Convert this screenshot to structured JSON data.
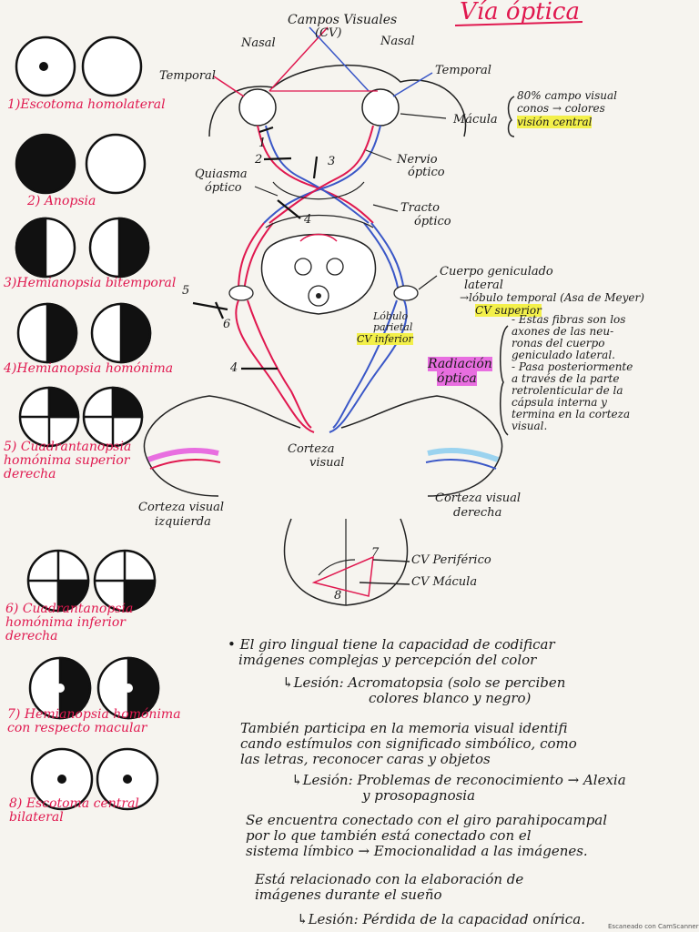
{
  "title": "Vía óptica",
  "diagram": {
    "campos_visuales": "Campos Visuales",
    "cv": "(CV)",
    "nasal_left": "Nasal",
    "nasal_right": "Nasal",
    "temporal_left": "Temporal",
    "temporal_right": "Temporal",
    "macula": "Mácula",
    "macula_note": [
      "80% campo visual",
      "conos → colores"
    ],
    "macula_note_highlight": "visión central",
    "nervio_optico": [
      "Nervio",
      "óptico"
    ],
    "quiasma_optico": [
      "Quiasma",
      "óptico"
    ],
    "tracto_optico": [
      "Tracto",
      "óptico"
    ],
    "cuerpo_geniculado": [
      "Cuerpo geniculado",
      "lateral"
    ],
    "lobulo_temporal": "→lóbulo temporal (Asa de Meyer)",
    "cv_superior": "CV superior",
    "lobulo_parietal": [
      "Lóbulo",
      "parietal"
    ],
    "cv_inferior": "CV inferior",
    "radiacion_optica": [
      "Radiación",
      "óptica"
    ],
    "radiacion_note": [
      "- Estas fibras son los",
      "axones de las neu-",
      "ronas del cuerpo",
      "geniculado lateral.",
      "- Pasa posteriormente",
      "a través de la parte",
      "retrolenticular de la",
      "cápsula interna y",
      "termina en la corteza",
      "visual."
    ],
    "corteza_visual": [
      "Corteza",
      "visual"
    ],
    "corteza_izquierda": [
      "Corteza visual",
      "izquierda"
    ],
    "corteza_derecha": [
      "Corteza visual",
      "derecha"
    ],
    "cv_periferico": "CV Periférico",
    "cv_macula": "CV Mácula",
    "numbers": [
      "1",
      "2",
      "3",
      "4",
      "4",
      "5",
      "6",
      "7",
      "8"
    ]
  },
  "fields": [
    {
      "label": "1)Escotoma homolateral"
    },
    {
      "label": "2) Anopsia"
    },
    {
      "label": "3)Hemianopsia bitemporal"
    },
    {
      "label": "4)Hemianopsia homónima"
    },
    {
      "label": "5) Cuadrantanopsia homónima superior derecha"
    },
    {
      "label": "6) Cuadrantanopsia homónima inferior derecha"
    },
    {
      "label": "7) Hemianopsia homónima con respecto macular"
    },
    {
      "label": "8) Escotoma central bilateral"
    }
  ],
  "notes": {
    "p1": [
      "• El giro lingual tiene la capacidad de codificar",
      "imágenes complejas y percepción del color"
    ],
    "p1_lesion": [
      "↳Lesión: Acromatopsia (solo se perciben",
      "colores blanco y negro)"
    ],
    "p2": [
      "También participa en la memoria visual identifi",
      "cando estímulos con significado simbólico, como",
      "las letras, reconocer caras y objetos"
    ],
    "p2_lesion": [
      "↳Lesión: Problemas de reconocimiento → Alexia",
      "y prosopagnosia"
    ],
    "p3": [
      "Se encuentra conectado con el giro parahipocampal",
      "por lo que también está conectado con el",
      "sistema límbico → Emocionalidad a las imágenes."
    ],
    "p4": [
      "Está relacionado con la elaboración de",
      "imágenes durante el sueño"
    ],
    "p4_lesion": "↳Lesión: Pérdida de la capacidad onírica."
  },
  "footer": "Escaneado con CamScanner"
}
